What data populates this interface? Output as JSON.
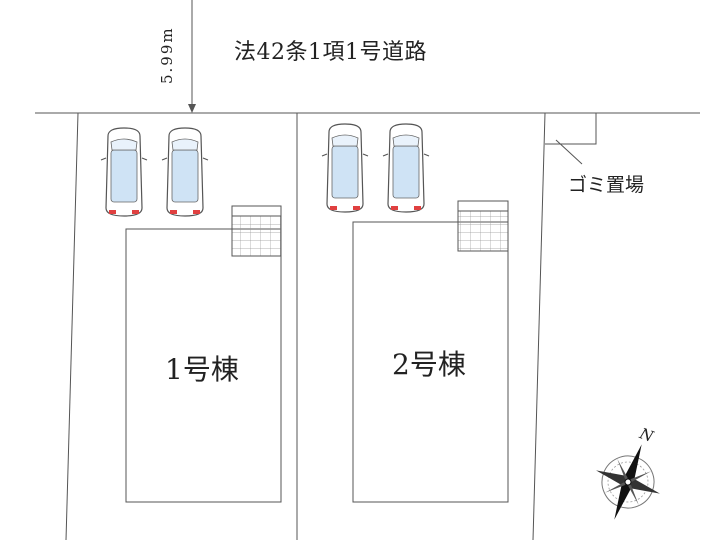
{
  "road": {
    "label": "法42条1項1号道路",
    "width": "5.99m"
  },
  "garbage_area": {
    "label": "ゴミ置場"
  },
  "houses": [
    {
      "label": "1号棟"
    },
    {
      "label": "2号棟"
    }
  ],
  "compass": {
    "north_label": "N"
  },
  "colors": {
    "line": "#555555",
    "car_glass": "#cfe3f5",
    "car_light": "#e04040"
  }
}
